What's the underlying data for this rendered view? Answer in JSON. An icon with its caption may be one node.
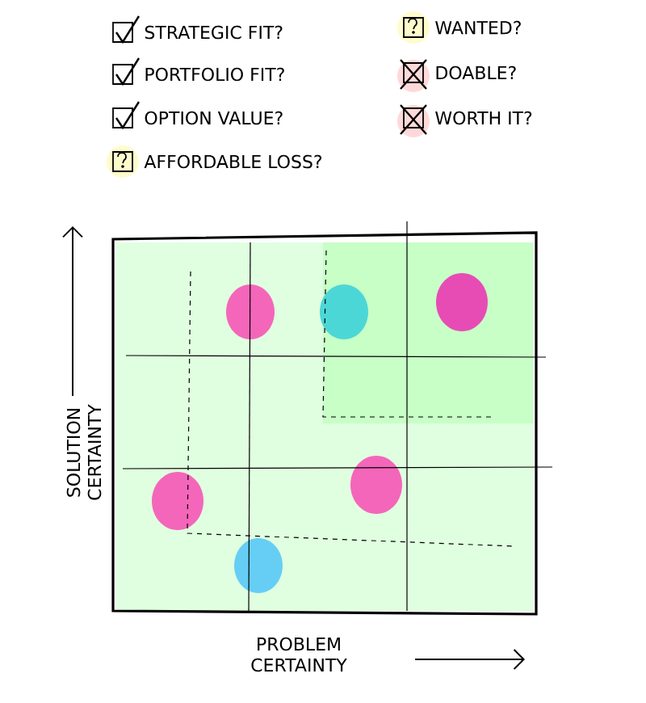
{
  "diagram": {
    "labels": [
      "STRATEGIC FIT?",
      "PORTFOLIO FIT?",
      "OPTION VALUE?",
      "AFFORDABLE LOSS?",
      "WANTED?",
      "DOABLE?",
      "WORTH IT?",
      "SOLUTION CERTAINTY",
      "PROBLEM CERTAINTY"
    ]
  }
}
